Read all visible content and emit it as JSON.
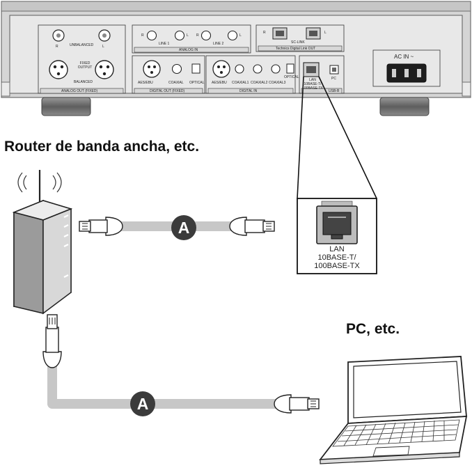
{
  "labels": {
    "router": "Router de banda ancha, etc.",
    "pc": "PC, etc.",
    "cable_marker": "A"
  },
  "zoom": {
    "lan_line1": "LAN",
    "lan_line2": "10BASE-T/",
    "lan_line3": "100BASE-TX"
  },
  "panel": {
    "unbalanced": "UNBALANCED",
    "balanced": "BALANCED",
    "fixed_note": "FIXED OUTPUT",
    "analog_out": "ANALOG OUT (FIXED)",
    "line1": "LINE 1",
    "line2": "LINE 2",
    "analog_in": "ANALOG IN",
    "r": "R",
    "l": "L",
    "aes_ebu": "AES/EBU",
    "coaxial": "COAXIAL",
    "optical": "OPTICAL",
    "digital_out": "DIGITAL OUT (FIXED)",
    "coaxial1": "COAXIAL1",
    "coaxial2": "COAXIAL2",
    "coaxial3": "COAXIAL3",
    "digital_in": "DIGITAL IN",
    "sc_link": "SC-LINK",
    "technics_out": "Technics Digital Link OUT",
    "lan_small": "LAN 10BASE-T/ 100BASE-TX",
    "pc": "PC",
    "usb_b": "USB-B",
    "ac_in": "AC IN ~"
  },
  "colors": {
    "cable": "#c7c7c7",
    "panel": "#e6e6e6",
    "frame": "#3a3a3a",
    "marker": "#3b3b3b",
    "marker_text": "#ffffff"
  }
}
